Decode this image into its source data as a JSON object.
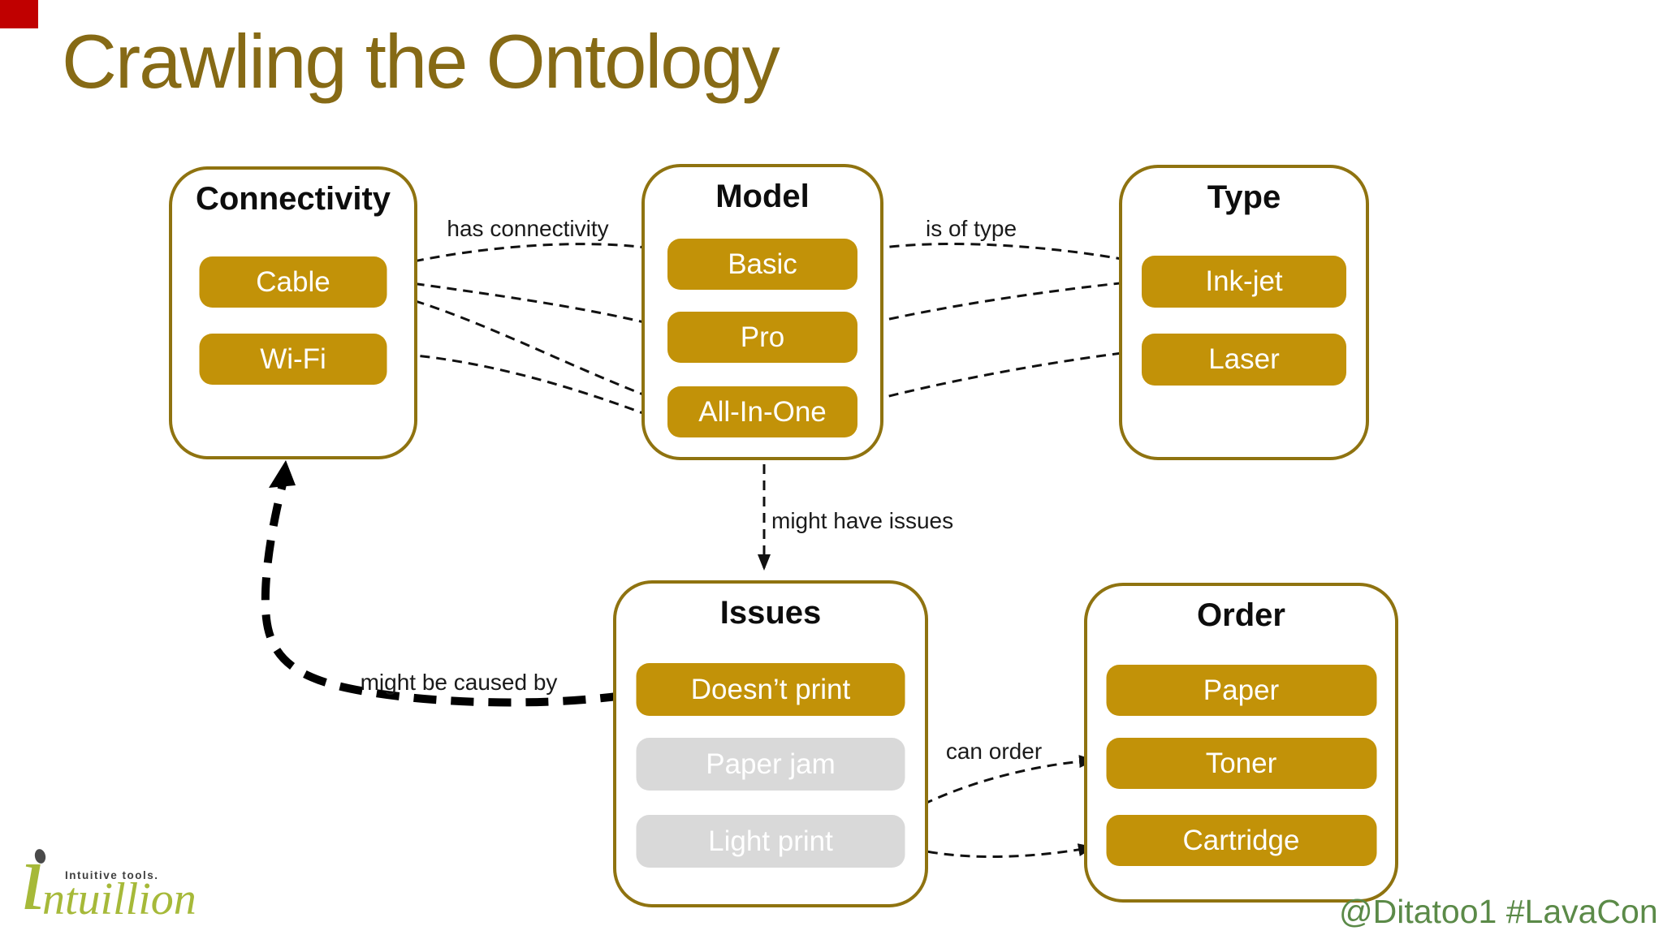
{
  "slide": {
    "title": "Crawling the Ontology"
  },
  "groups": [
    {
      "id": "connectivity",
      "title": "Connectivity",
      "items": [
        {
          "label": "Cable",
          "style": "gold"
        },
        {
          "label": "Wi-Fi",
          "style": "gold"
        }
      ]
    },
    {
      "id": "model",
      "title": "Model",
      "items": [
        {
          "label": "Basic",
          "style": "gold"
        },
        {
          "label": "Pro",
          "style": "gold"
        },
        {
          "label": "All-In-One",
          "style": "gold"
        }
      ]
    },
    {
      "id": "type",
      "title": "Type",
      "items": [
        {
          "label": "Ink-jet",
          "style": "gold"
        },
        {
          "label": "Laser",
          "style": "gold"
        }
      ]
    },
    {
      "id": "issues",
      "title": "Issues",
      "items": [
        {
          "label": "Doesn’t print",
          "style": "gold"
        },
        {
          "label": "Paper jam",
          "style": "gray"
        },
        {
          "label": "Light print",
          "style": "gray"
        }
      ]
    },
    {
      "id": "order",
      "title": "Order",
      "items": [
        {
          "label": "Paper",
          "style": "gold"
        },
        {
          "label": "Toner",
          "style": "gold"
        },
        {
          "label": "Cartridge",
          "style": "gold"
        }
      ]
    }
  ],
  "relations": {
    "has_connectivity": "has connectivity",
    "is_of_type": "is of type",
    "might_have_issues": "might have issues",
    "might_be_caused_by": "might be caused by",
    "can_order": "can order"
  },
  "footer": {
    "logo_initial": "ı",
    "logo_rest": "ntuillion",
    "logo_tagline": "Intuitive tools.",
    "handle": "@Ditatoo1 #LavaCon"
  },
  "colors": {
    "gold_fill": "#C29208",
    "box_border": "#8F7310",
    "title": "#866A15",
    "gray_fill": "#D9D9D9",
    "logo_green": "#A6B939",
    "handle_green": "#5B8A48",
    "corner_marker_red": "#C00000"
  }
}
